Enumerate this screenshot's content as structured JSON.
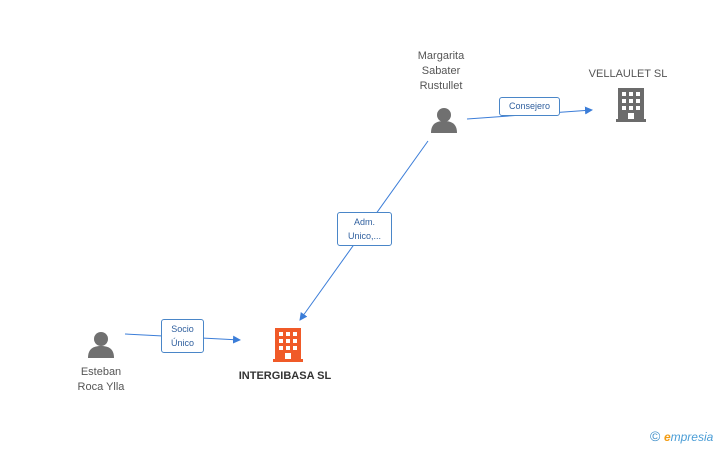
{
  "nodes": {
    "margarita": {
      "label": "Margarita\nSabater\nRustullet",
      "type": "person-icon"
    },
    "vellaulet": {
      "label": "VELLAULET SL",
      "type": "building-icon",
      "color": "#6b6b6b"
    },
    "esteban": {
      "label": "Esteban\nRoca Ylla",
      "type": "person-icon"
    },
    "intergibasa": {
      "label": "INTERGIBASA SL",
      "type": "building-icon",
      "color": "#f05a28"
    }
  },
  "edges": {
    "consejero": {
      "label": "Consejero"
    },
    "adm_unico": {
      "label": "Adm.\nUnico,..."
    },
    "socio_unico": {
      "label": "Socio\nÚnico"
    }
  },
  "colors": {
    "edge": "#3b7dd8",
    "person": "#707070"
  },
  "footer": {
    "copyright": "©",
    "brand_e": "e",
    "brand_rest": "mpresia"
  }
}
